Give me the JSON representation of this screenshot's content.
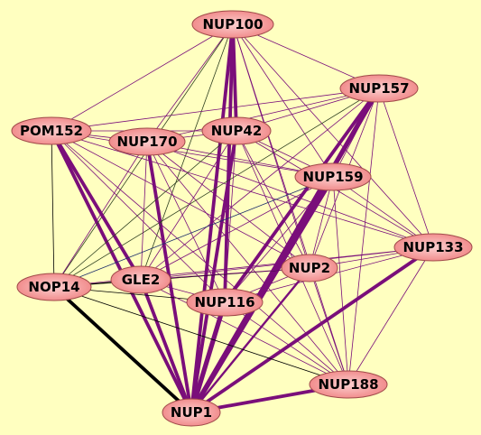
{
  "colors": {
    "background": "#ffffc0",
    "node_fill_light": "#fcd0d0",
    "node_fill_dark": "#ef8080",
    "node_stroke": "#a04a4a",
    "edge_purple": "#7a0e7a",
    "edge_black": "#000000",
    "edge_dark_green": "#2f4020",
    "edge_navy": "#1e2f6b"
  },
  "nodes": [
    {
      "id": "NUP100",
      "label": "NUP100"
    },
    {
      "id": "NUP157",
      "label": "NUP157"
    },
    {
      "id": "POM152",
      "label": "POM152"
    },
    {
      "id": "NUP170",
      "label": "NUP170"
    },
    {
      "id": "NUP42",
      "label": "NUP42"
    },
    {
      "id": "NUP159",
      "label": "NUP159"
    },
    {
      "id": "NUP133",
      "label": "NUP133"
    },
    {
      "id": "NUP2",
      "label": "NUP2"
    },
    {
      "id": "NOP14",
      "label": "NOP14"
    },
    {
      "id": "GLE2",
      "label": "GLE2"
    },
    {
      "id": "NUP116",
      "label": "NUP116"
    },
    {
      "id": "NUP188",
      "label": "NUP188"
    },
    {
      "id": "NUP1",
      "label": "NUP1"
    }
  ],
  "edges": [
    {
      "source": "NUP1",
      "target": "NUP100",
      "weight": 4,
      "color": "edge_purple"
    },
    {
      "source": "NUP1",
      "target": "NUP157",
      "weight": 5,
      "color": "edge_purple"
    },
    {
      "source": "NUP1",
      "target": "POM152",
      "weight": 4,
      "color": "edge_purple"
    },
    {
      "source": "NUP1",
      "target": "NUP170",
      "weight": 4,
      "color": "edge_purple"
    },
    {
      "source": "NUP1",
      "target": "NUP42",
      "weight": 4,
      "color": "edge_purple"
    },
    {
      "source": "NUP1",
      "target": "NUP159",
      "weight": 5,
      "color": "edge_purple"
    },
    {
      "source": "NUP1",
      "target": "NUP133",
      "weight": 4,
      "color": "edge_purple"
    },
    {
      "source": "NUP1",
      "target": "NUP2",
      "weight": 3,
      "color": "edge_purple"
    },
    {
      "source": "NUP1",
      "target": "NOP14",
      "weight": 4,
      "color": "edge_black"
    },
    {
      "source": "NUP1",
      "target": "GLE2",
      "weight": 4,
      "color": "edge_purple"
    },
    {
      "source": "NUP1",
      "target": "NUP116",
      "weight": 5,
      "color": "edge_purple"
    },
    {
      "source": "NUP1",
      "target": "NUP188",
      "weight": 4,
      "color": "edge_purple"
    },
    {
      "source": "NUP100",
      "target": "NUP42",
      "weight": 4,
      "color": "edge_purple"
    },
    {
      "source": "NUP100",
      "target": "NUP116",
      "weight": 4,
      "color": "edge_purple"
    },
    {
      "source": "NUP100",
      "target": "NUP157",
      "weight": 1,
      "color": "edge_purple"
    },
    {
      "source": "NUP100",
      "target": "POM152",
      "weight": 1,
      "color": "edge_purple"
    },
    {
      "source": "NUP100",
      "target": "NUP170",
      "weight": 1,
      "color": "edge_purple"
    },
    {
      "source": "NUP100",
      "target": "NUP159",
      "weight": 1,
      "color": "edge_purple"
    },
    {
      "source": "NUP100",
      "target": "NUP133",
      "weight": 1,
      "color": "edge_purple"
    },
    {
      "source": "NUP100",
      "target": "NUP2",
      "weight": 1,
      "color": "edge_purple"
    },
    {
      "source": "NUP100",
      "target": "NOP14",
      "weight": 1,
      "color": "edge_dark_green"
    },
    {
      "source": "NUP100",
      "target": "GLE2",
      "weight": 1,
      "color": "edge_dark_green"
    },
    {
      "source": "NUP100",
      "target": "NUP188",
      "weight": 1,
      "color": "edge_purple"
    },
    {
      "source": "NUP157",
      "target": "POM152",
      "weight": 1,
      "color": "edge_purple"
    },
    {
      "source": "NUP157",
      "target": "NUP170",
      "weight": 1,
      "color": "edge_purple"
    },
    {
      "source": "NUP157",
      "target": "NUP42",
      "weight": 1,
      "color": "edge_purple"
    },
    {
      "source": "NUP157",
      "target": "NUP159",
      "weight": 1,
      "color": "edge_purple"
    },
    {
      "source": "NUP157",
      "target": "NUP133",
      "weight": 1,
      "color": "edge_purple"
    },
    {
      "source": "NUP157",
      "target": "NUP2",
      "weight": 1,
      "color": "edge_purple"
    },
    {
      "source": "NUP157",
      "target": "NOP14",
      "weight": 1,
      "color": "edge_dark_green"
    },
    {
      "source": "NUP157",
      "target": "GLE2",
      "weight": 1,
      "color": "edge_purple"
    },
    {
      "source": "NUP157",
      "target": "NUP116",
      "weight": 4,
      "color": "edge_purple"
    },
    {
      "source": "NUP157",
      "target": "NUP188",
      "weight": 1,
      "color": "edge_purple"
    },
    {
      "source": "POM152",
      "target": "GLE2",
      "weight": 4,
      "color": "edge_purple"
    },
    {
      "source": "POM152",
      "target": "NUP170",
      "weight": 1,
      "color": "edge_purple"
    },
    {
      "source": "POM152",
      "target": "NUP42",
      "weight": 1,
      "color": "edge_purple"
    },
    {
      "source": "POM152",
      "target": "NUP159",
      "weight": 1,
      "color": "edge_purple"
    },
    {
      "source": "POM152",
      "target": "NUP133",
      "weight": 1,
      "color": "edge_purple"
    },
    {
      "source": "POM152",
      "target": "NUP2",
      "weight": 1,
      "color": "edge_purple"
    },
    {
      "source": "POM152",
      "target": "NOP14",
      "weight": 1,
      "color": "edge_black"
    },
    {
      "source": "POM152",
      "target": "NUP116",
      "weight": 1,
      "color": "edge_purple"
    },
    {
      "source": "POM152",
      "target": "NUP188",
      "weight": 1,
      "color": "edge_purple"
    },
    {
      "source": "NUP170",
      "target": "NUP42",
      "weight": 1,
      "color": "edge_purple"
    },
    {
      "source": "NUP170",
      "target": "NUP159",
      "weight": 1,
      "color": "edge_purple"
    },
    {
      "source": "NUP170",
      "target": "NUP133",
      "weight": 1,
      "color": "edge_purple"
    },
    {
      "source": "NUP170",
      "target": "NUP2",
      "weight": 1,
      "color": "edge_purple"
    },
    {
      "source": "NUP170",
      "target": "NOP14",
      "weight": 1,
      "color": "edge_purple"
    },
    {
      "source": "NUP170",
      "target": "GLE2",
      "weight": 1,
      "color": "edge_purple"
    },
    {
      "source": "NUP170",
      "target": "NUP116",
      "weight": 1,
      "color": "edge_purple"
    },
    {
      "source": "NUP170",
      "target": "NUP188",
      "weight": 1,
      "color": "edge_purple"
    },
    {
      "source": "NUP42",
      "target": "NUP159",
      "weight": 1,
      "color": "edge_purple"
    },
    {
      "source": "NUP42",
      "target": "NUP133",
      "weight": 1,
      "color": "edge_purple"
    },
    {
      "source": "NUP42",
      "target": "NUP2",
      "weight": 1,
      "color": "edge_purple"
    },
    {
      "source": "NUP42",
      "target": "NOP14",
      "weight": 1,
      "color": "edge_dark_green"
    },
    {
      "source": "NUP42",
      "target": "GLE2",
      "weight": 1,
      "color": "edge_purple"
    },
    {
      "source": "NUP42",
      "target": "NUP116",
      "weight": 1,
      "color": "edge_purple"
    },
    {
      "source": "NUP42",
      "target": "NUP188",
      "weight": 1,
      "color": "edge_purple"
    },
    {
      "source": "NUP159",
      "target": "NUP133",
      "weight": 1,
      "color": "edge_purple"
    },
    {
      "source": "NUP159",
      "target": "NUP2",
      "weight": 1,
      "color": "edge_purple"
    },
    {
      "source": "NUP159",
      "target": "NOP14",
      "weight": 1,
      "color": "edge_navy"
    },
    {
      "source": "NUP159",
      "target": "GLE2",
      "weight": 1,
      "color": "edge_purple"
    },
    {
      "source": "NUP159",
      "target": "NUP116",
      "weight": 1,
      "color": "edge_purple"
    },
    {
      "source": "NUP159",
      "target": "NUP188",
      "weight": 1,
      "color": "edge_purple"
    },
    {
      "source": "NUP133",
      "target": "NUP2",
      "weight": 1,
      "color": "edge_purple"
    },
    {
      "source": "NUP133",
      "target": "NOP14",
      "weight": 1,
      "color": "edge_purple"
    },
    {
      "source": "NUP133",
      "target": "GLE2",
      "weight": 1,
      "color": "edge_purple"
    },
    {
      "source": "NUP133",
      "target": "NUP116",
      "weight": 1,
      "color": "edge_purple"
    },
    {
      "source": "NUP133",
      "target": "NUP188",
      "weight": 1,
      "color": "edge_purple"
    },
    {
      "source": "NUP2",
      "target": "NOP14",
      "weight": 1,
      "color": "edge_black"
    },
    {
      "source": "NUP2",
      "target": "GLE2",
      "weight": 1,
      "color": "edge_purple"
    },
    {
      "source": "NUP2",
      "target": "NUP116",
      "weight": 1,
      "color": "edge_purple"
    },
    {
      "source": "NUP2",
      "target": "NUP188",
      "weight": 1,
      "color": "edge_purple"
    },
    {
      "source": "NOP14",
      "target": "GLE2",
      "weight": 1,
      "color": "edge_black"
    },
    {
      "source": "NOP14",
      "target": "NUP116",
      "weight": 1,
      "color": "edge_black"
    },
    {
      "source": "NOP14",
      "target": "NUP188",
      "weight": 1,
      "color": "edge_black"
    },
    {
      "source": "GLE2",
      "target": "NUP116",
      "weight": 1,
      "color": "edge_purple"
    },
    {
      "source": "GLE2",
      "target": "NUP188",
      "weight": 1,
      "color": "edge_purple"
    },
    {
      "source": "NUP116",
      "target": "NUP188",
      "weight": 1,
      "color": "edge_purple"
    }
  ]
}
